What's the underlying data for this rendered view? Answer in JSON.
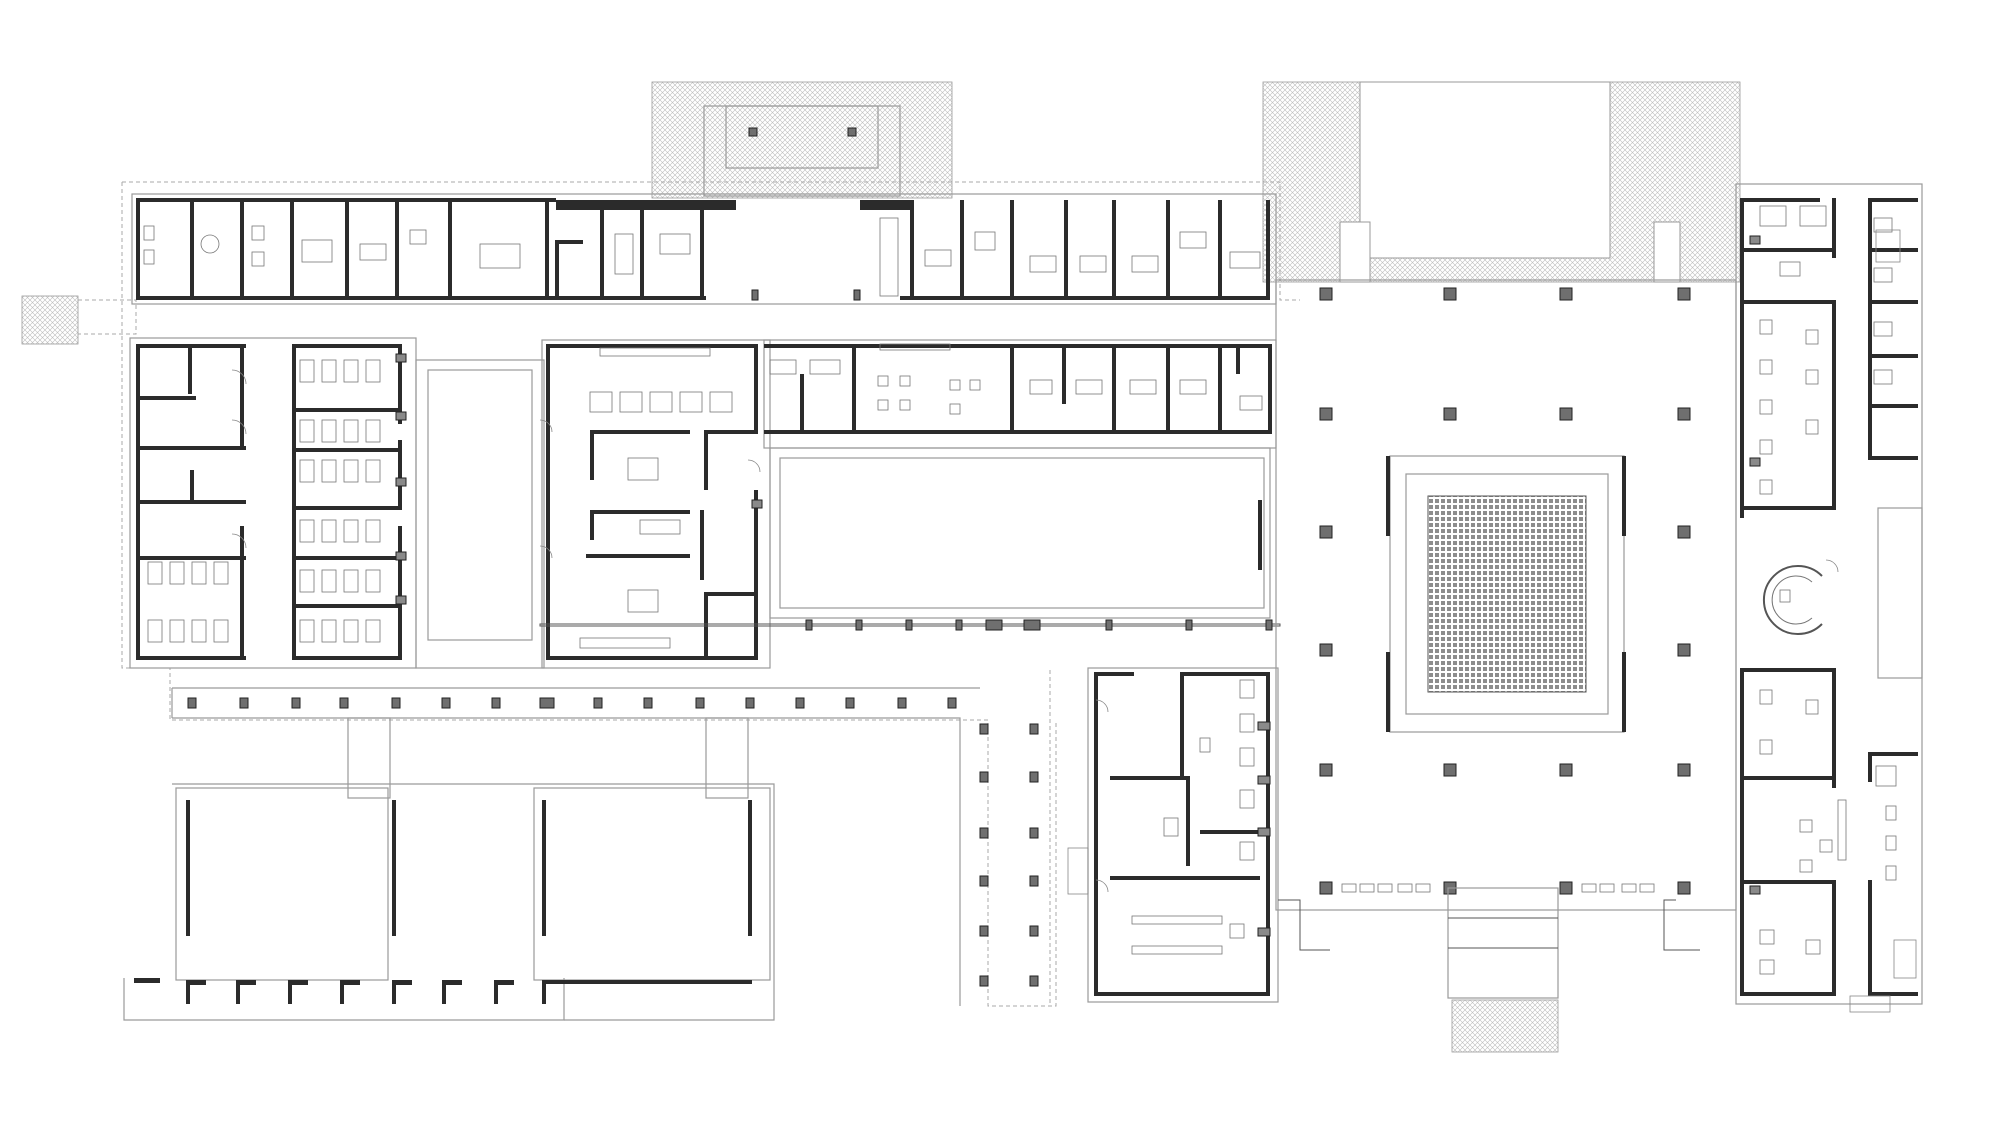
{
  "drawing": {
    "kind": "architectural floor plan",
    "line_color": "#2b2b2b",
    "column_color": "#6f6f6f",
    "hatch_color": "#bdbdbd",
    "background": "#ffffff"
  },
  "zones": [
    {
      "id": "north-wing",
      "label": ""
    },
    {
      "id": "west-ward-block",
      "label": ""
    },
    {
      "id": "central-treatment-block",
      "label": ""
    },
    {
      "id": "courtyard-hall",
      "label": ""
    },
    {
      "id": "east-wing",
      "label": ""
    },
    {
      "id": "south-pavilions",
      "label": ""
    },
    {
      "id": "south-annex",
      "label": ""
    }
  ]
}
